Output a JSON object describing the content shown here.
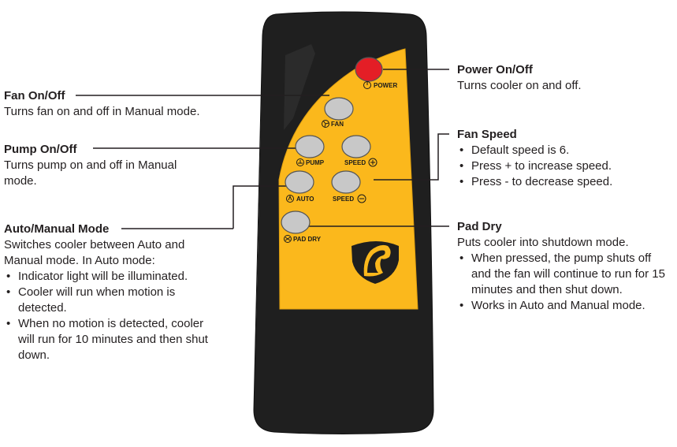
{
  "remote": {
    "buttons": {
      "power": "POWER",
      "fan": "FAN",
      "pump": "PUMP",
      "speed_up": "SPEED",
      "auto": "AUTO",
      "speed_down": "SPEED",
      "pad_dry": "PAD DRY"
    },
    "colors": {
      "body": "#1f1f1f",
      "panel": "#fbb81c",
      "button": "#c8c8c8",
      "power_button": "#e41e26"
    }
  },
  "callouts": {
    "fan_onoff": {
      "title": "Fan On/Off",
      "desc": "Turns fan on and off in Manual mode."
    },
    "pump_onoff": {
      "title": "Pump On/Off",
      "desc": "Turns pump on and off in Manual mode."
    },
    "auto_manual": {
      "title": "Auto/Manual Mode",
      "desc": "Switches cooler between Auto and Manual mode. In Auto mode:",
      "bullets": [
        "Indicator light will be illuminated.",
        "Cooler will run when motion is detected.",
        "When no motion is detected, cooler will run for 10 minutes and then shut down."
      ]
    },
    "power_onoff": {
      "title": "Power On/Off",
      "desc": "Turns cooler on and off."
    },
    "fan_speed": {
      "title": "Fan Speed",
      "bullets": [
        "Default speed is 6.",
        "Press + to increase speed.",
        "Press - to decrease speed."
      ]
    },
    "pad_dry": {
      "title": "Pad Dry",
      "desc": "Puts cooler into shutdown mode.",
      "bullets": [
        "When pressed, the pump shuts off and the fan will continue to run for 15 minutes and then shut down.",
        "Works in Auto and Manual mode."
      ]
    }
  }
}
